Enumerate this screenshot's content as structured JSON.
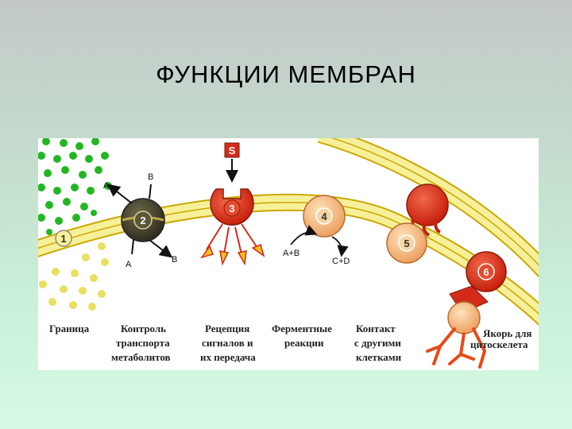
{
  "slide": {
    "title": "ФУНКЦИИ  МЕМБРАН"
  },
  "markers": {
    "m1": "1",
    "m2": "2",
    "m3": "3",
    "m4": "4",
    "m5": "5",
    "m6": "6",
    "signal": "S"
  },
  "symbols": {
    "a_top": "A",
    "b_top": "B",
    "a_bottom": "A",
    "b_bottom": "B",
    "reactants": "A+B",
    "products": "C+D"
  },
  "captions": {
    "c1": [
      "Граница"
    ],
    "c2": [
      "Контроль",
      "транспорта",
      "метаболитов"
    ],
    "c3": [
      "Рецепция",
      "сигналов и",
      "их передача"
    ],
    "c4": [
      "Ферментные",
      "реакции"
    ],
    "c5": [
      "Контакт",
      "с другими",
      "клетками"
    ],
    "c6": [
      "Якорь для",
      "цитоскелета"
    ]
  },
  "colors": {
    "membrane_fill": "#f7f09a",
    "membrane_edge": "#c9a800",
    "dots_green": "#22b722",
    "dots_yellow": "#e8e060",
    "receptor": "#d42a1a",
    "enzyme": "#f5c48a",
    "anchor": "#e84a18"
  }
}
